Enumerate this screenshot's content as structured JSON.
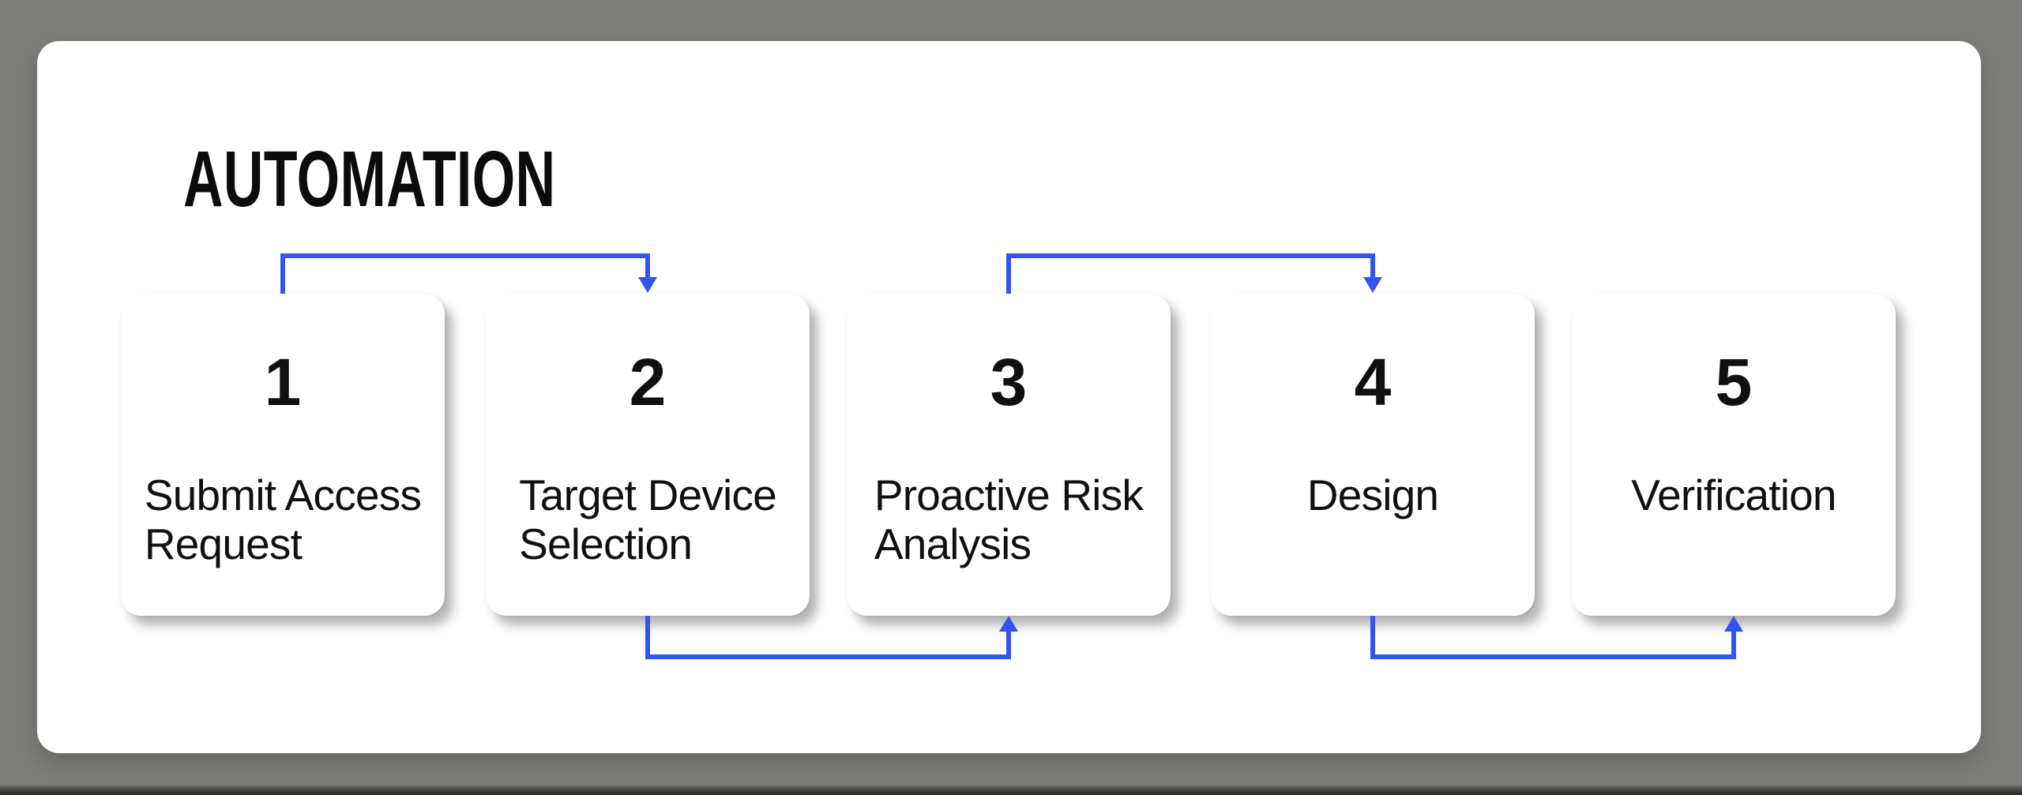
{
  "title": "AUTOMATION",
  "colors": {
    "background": "#7e7e7b",
    "panel": "#ffffff",
    "card": "#ffffff",
    "arrow": "#3254f1",
    "text": "#101010"
  },
  "steps": [
    {
      "number": "1",
      "label": "Submit Access Request",
      "lines": [
        "Submit Access",
        "Request"
      ]
    },
    {
      "number": "2",
      "label": "Target Device Selection",
      "lines": [
        "Target Device",
        "Selection"
      ]
    },
    {
      "number": "3",
      "label": "Proactive Risk Analysis",
      "lines": [
        "Proactive Risk",
        "Analysis"
      ]
    },
    {
      "number": "4",
      "label": "Design",
      "lines": [
        "Design"
      ]
    },
    {
      "number": "5",
      "label": "Verification",
      "lines": [
        "Verification"
      ]
    }
  ],
  "connectors": [
    {
      "from": "1",
      "to": "2",
      "route": "top",
      "arrow_direction": "down"
    },
    {
      "from": "2",
      "to": "3",
      "route": "bottom",
      "arrow_direction": "up"
    },
    {
      "from": "3",
      "to": "4",
      "route": "top",
      "arrow_direction": "down"
    },
    {
      "from": "4",
      "to": "5",
      "route": "bottom",
      "arrow_direction": "up"
    }
  ]
}
